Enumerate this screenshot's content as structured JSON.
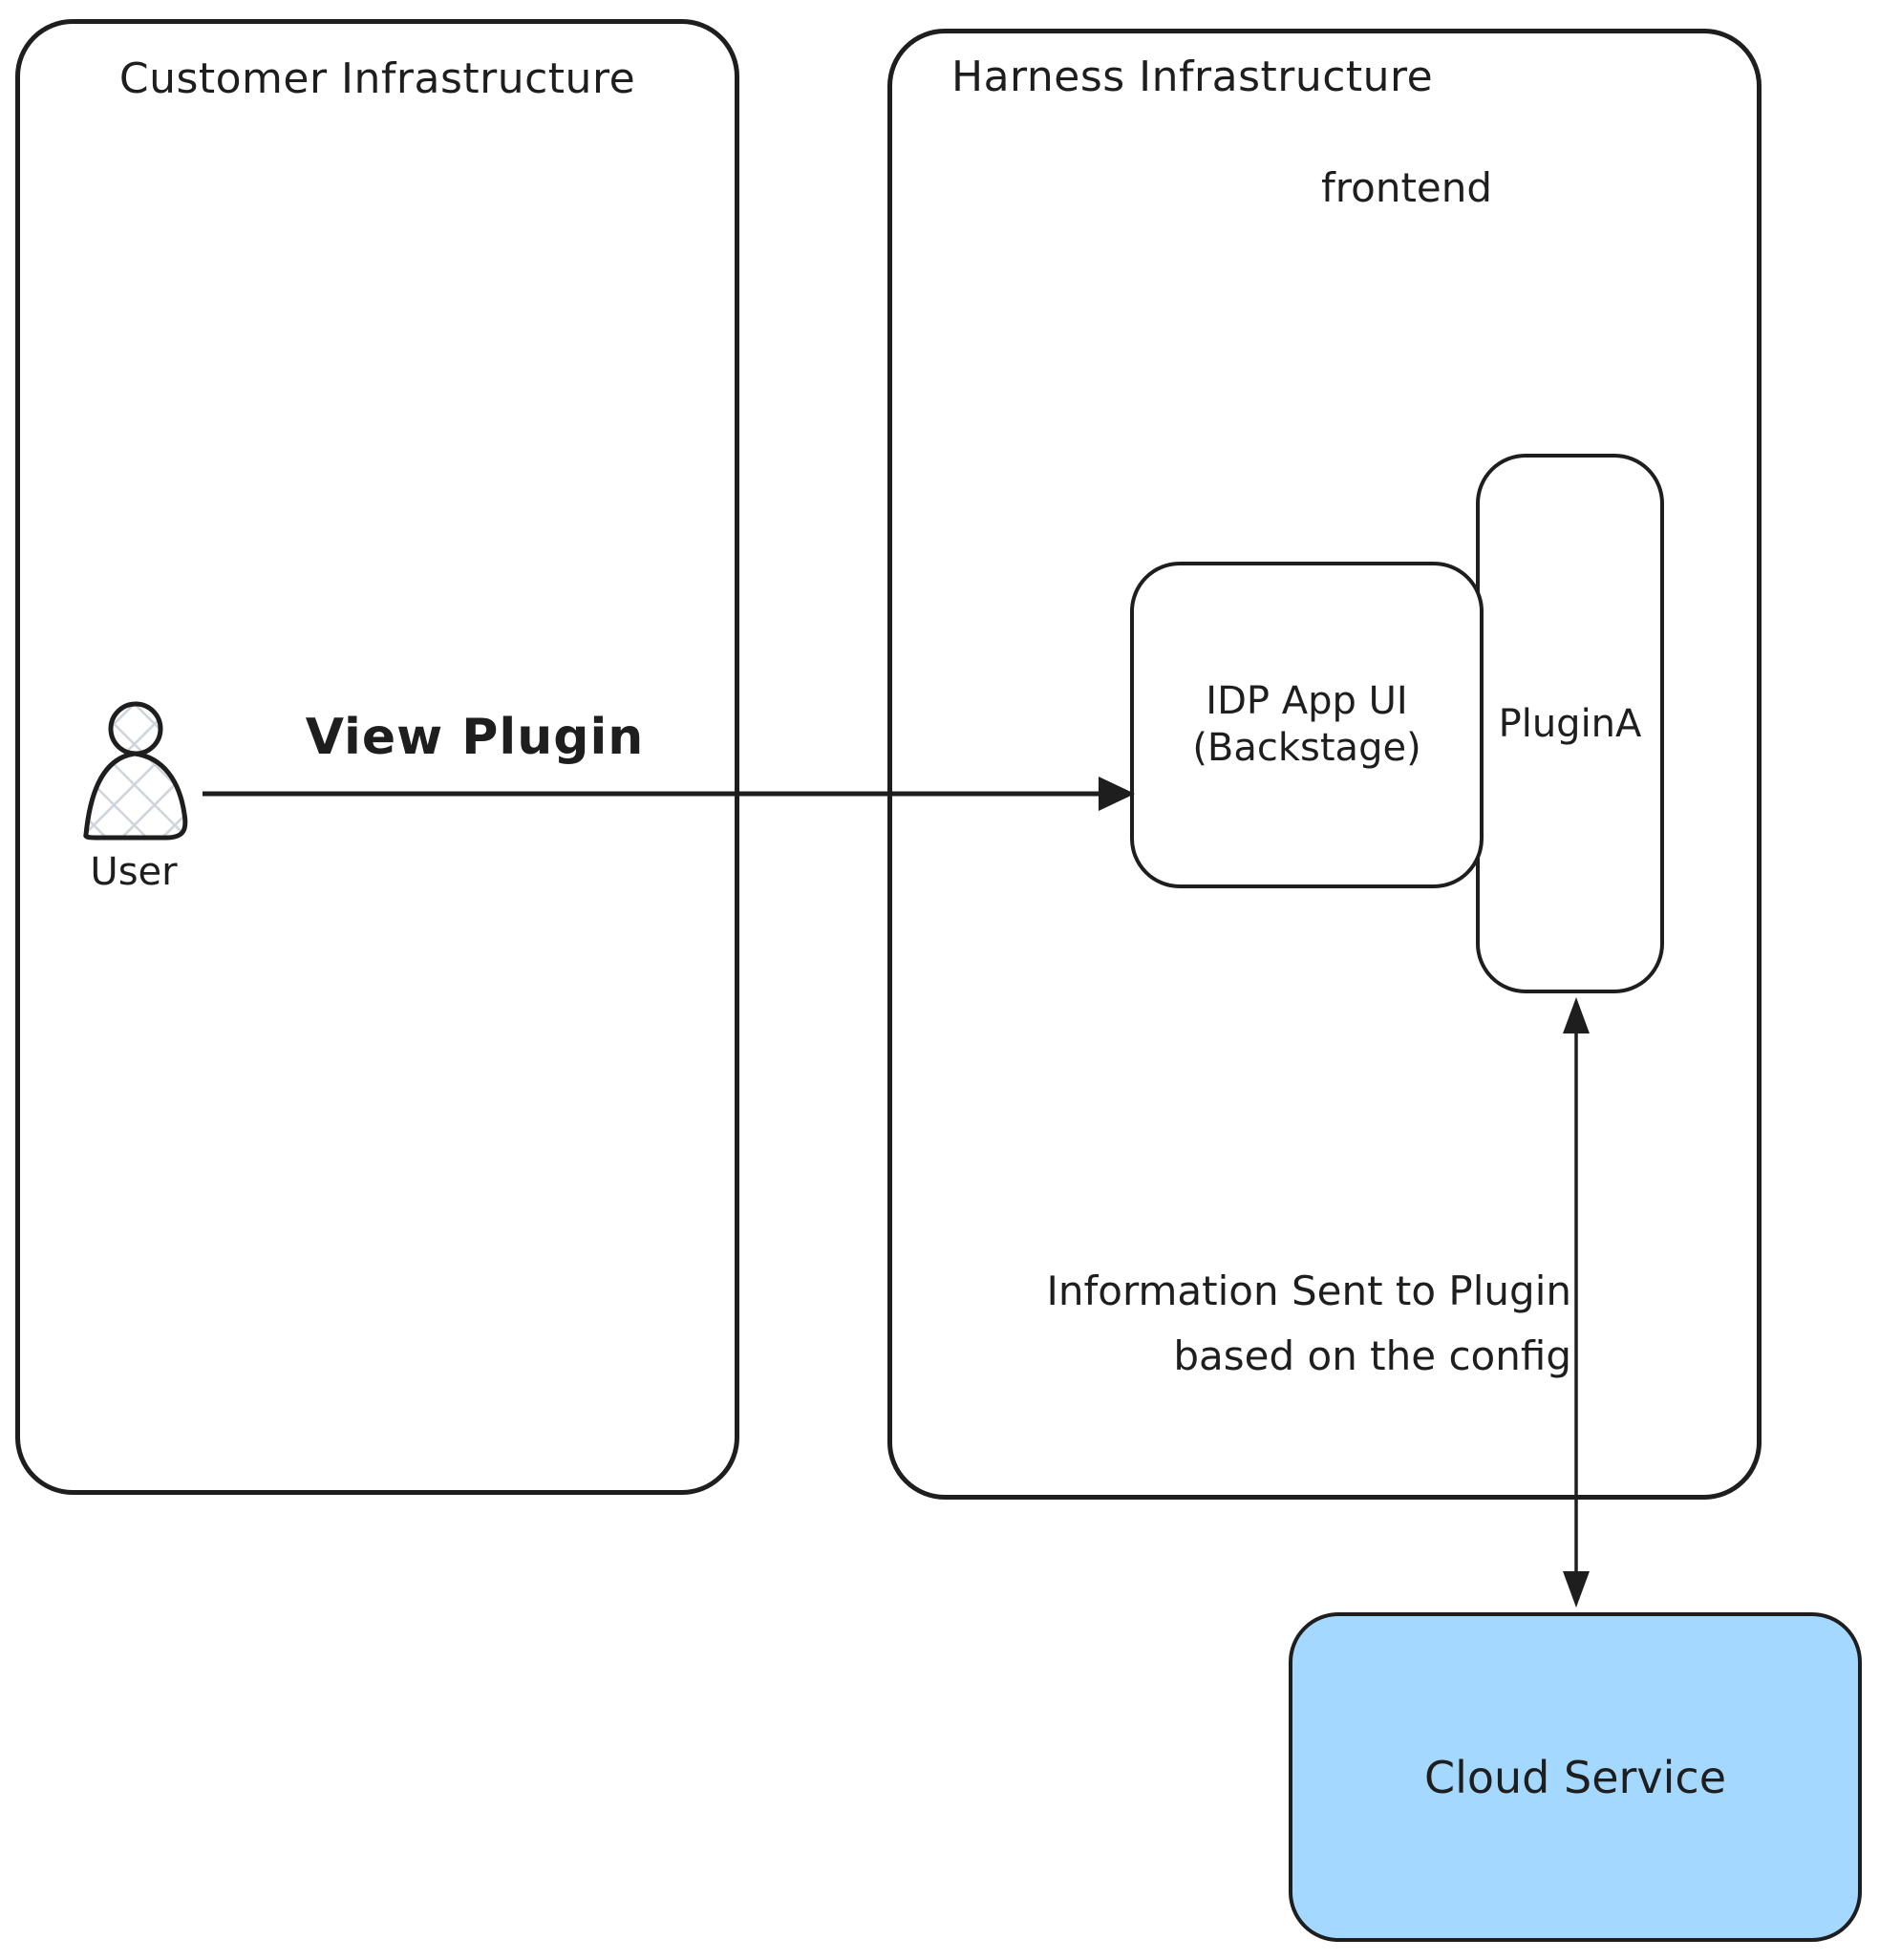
{
  "customer_box": {
    "label": "Customer Infrastructure"
  },
  "harness_box": {
    "label": "Harness Infrastructure",
    "region_label": "frontend"
  },
  "user": {
    "label": "User"
  },
  "idp_box": {
    "line1": "IDP App UI",
    "line2": "(Backstage)"
  },
  "plugin_box": {
    "label": "PluginA"
  },
  "cloud_box": {
    "label": "Cloud Service"
  },
  "edges": {
    "user_to_idp": {
      "label": "View Plugin"
    },
    "plugin_to_cloud": {
      "label_line1": "Information Sent to Plugin",
      "label_line2": "based on the config"
    }
  },
  "colors": {
    "stroke": "#1e1e1e",
    "cloud_fill": "#a5d8ff",
    "hatch_fill": "#ced4da",
    "canvas_bg": "#ffffff"
  }
}
